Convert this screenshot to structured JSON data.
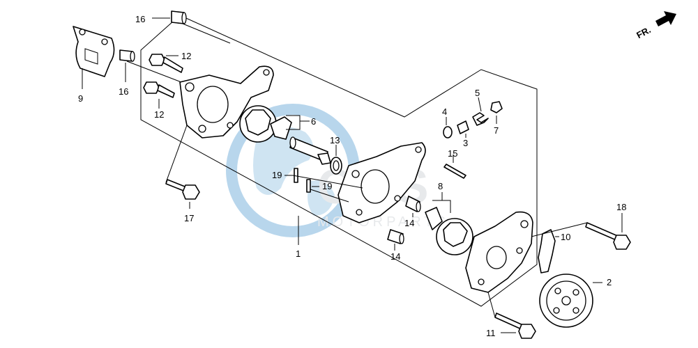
{
  "diagram": {
    "part_numbers": [
      "1",
      "2",
      "3",
      "4",
      "5",
      "6",
      "7",
      "8",
      "9",
      "10",
      "11",
      "12",
      "12",
      "13",
      "14",
      "14",
      "15",
      "16",
      "16",
      "17",
      "18",
      "19",
      "19"
    ],
    "direction_label": "FR.",
    "watermark": {
      "brand": "CMS",
      "sub": "MOTORPARTS",
      "color": "#7fb6dd"
    }
  },
  "labels": {
    "l1": "1",
    "l2": "2",
    "l3": "3",
    "l4": "4",
    "l5": "5",
    "l6": "6",
    "l7": "7",
    "l8": "8",
    "l9": "9",
    "l10": "10",
    "l11": "11",
    "l12a": "12",
    "l12b": "12",
    "l13": "13",
    "l14a": "14",
    "l14b": "14",
    "l15": "15",
    "l16a": "16",
    "l16b": "16",
    "l17": "17",
    "l18": "18",
    "l19a": "19",
    "l19b": "19"
  }
}
